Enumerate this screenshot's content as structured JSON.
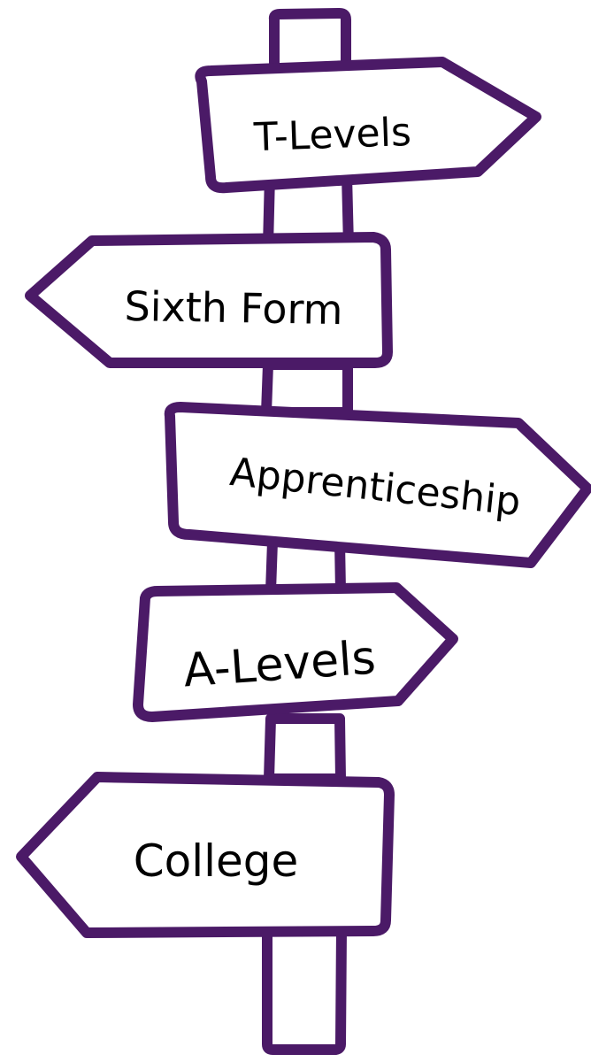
{
  "colors": {
    "outline": "#4b1a67",
    "fill": "#ffffff",
    "text": "#000000"
  },
  "signs": [
    {
      "label": "T-Levels",
      "direction": "right"
    },
    {
      "label": "Sixth Form",
      "direction": "left"
    },
    {
      "label": "Apprenticeship",
      "direction": "right"
    },
    {
      "label": "A-Levels",
      "direction": "right"
    },
    {
      "label": "College",
      "direction": "left"
    }
  ]
}
